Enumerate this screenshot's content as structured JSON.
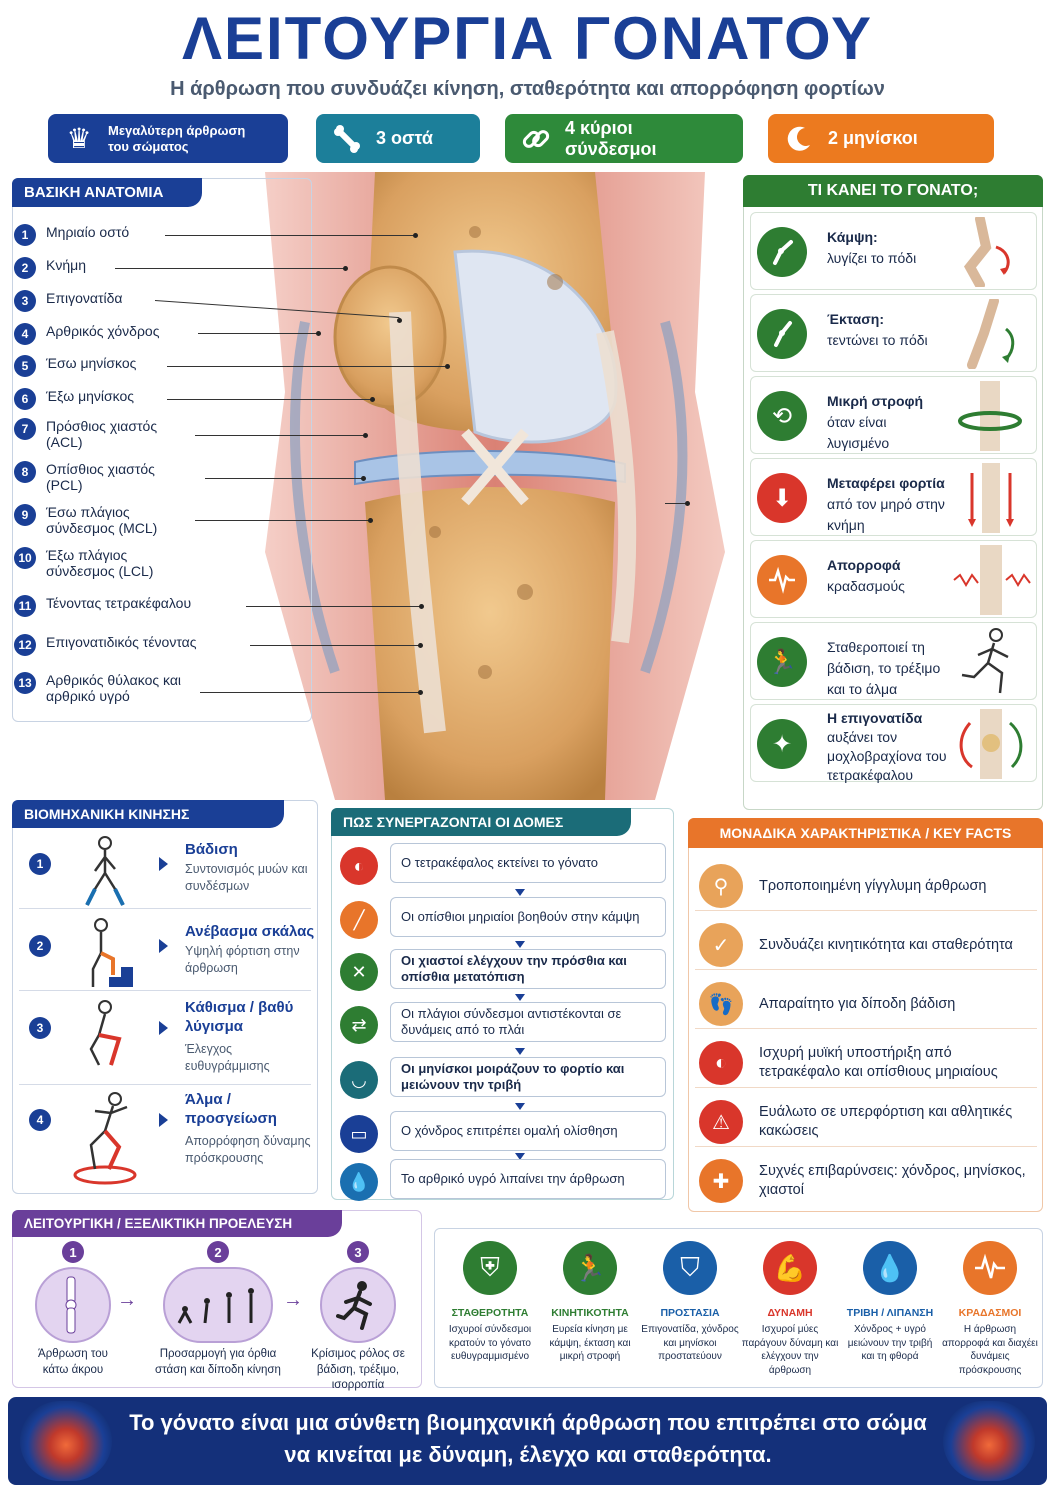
{
  "header": {
    "title": "ΛΕΙΤΟΥΡΓΙΑ ΓΟΝΑΤΟΥ",
    "subtitle": "Η άρθρωση που συνδυάζει κίνηση, σταθερότητα και απορρόφηση φορτίων"
  },
  "pills": [
    {
      "label": "Μεγαλύτερη άρθρωση του σώματος",
      "icon": "crown-icon",
      "color": "#1a3f96"
    },
    {
      "label": "3 οστά",
      "icon": "bone-icon",
      "color": "#1c7f9a"
    },
    {
      "label": "4 κύριοι σύνδεσμοι",
      "icon": "link-icon",
      "color": "#2e8a3a"
    },
    {
      "label": "2 μηνίσκοι",
      "icon": "crescent-icon",
      "color": "#ec7a1f"
    }
  ],
  "anatomy": {
    "title": "ΒΑΣΙΚΗ ΑΝΑΤΟΜΙΑ",
    "items": [
      {
        "n": "1",
        "label": "Μηριαίο οστό"
      },
      {
        "n": "2",
        "label": "Κνήμη"
      },
      {
        "n": "3",
        "label": "Επιγονατίδα"
      },
      {
        "n": "4",
        "label": "Αρθρικός χόνδρος"
      },
      {
        "n": "5",
        "label": "Έσω μηνίσκος"
      },
      {
        "n": "6",
        "label": "Έξω μηνίσκος"
      },
      {
        "n": "7",
        "label": "Πρόσθιος χιαστός (ACL)"
      },
      {
        "n": "8",
        "label": "Οπίσθιος χιαστός (PCL)"
      },
      {
        "n": "9",
        "label": "Έσω πλάγιος σύνδεσμος (MCL)"
      },
      {
        "n": "10",
        "label": "Έξω πλάγιος σύνδεσμος (LCL)"
      },
      {
        "n": "11",
        "label": "Τένοντας τετρακέφαλου"
      },
      {
        "n": "12",
        "label": "Επιγονατιδικός τένοντας"
      },
      {
        "n": "13",
        "label": "Αρθρικός θύλακος και αρθρικό υγρό"
      }
    ]
  },
  "functions": {
    "title": "ΤΙ ΚΑΝΕΙ ΤΟ ΓΟΝΑΤΟ;",
    "items": [
      {
        "title": "Κάμψη:",
        "desc": "λυγίζει το πόδι",
        "icon": "flexion-icon",
        "color": "#2e7d32"
      },
      {
        "title": "Έκταση:",
        "desc": "τεντώνει το πόδι",
        "icon": "extension-icon",
        "color": "#2e7d32"
      },
      {
        "title": "Μικρή στροφή",
        "desc": "όταν είναι λυγισμένο",
        "icon": "rotation-icon",
        "color": "#2e7d32"
      },
      {
        "title": "Μεταφέρει φορτία",
        "desc": "από τον μηρό στην κνήμη",
        "icon": "load-icon",
        "color": "#d9362b"
      },
      {
        "title": "Απορροφά",
        "desc": "κραδασμούς",
        "icon": "pulse-icon",
        "color": "#e8752a"
      },
      {
        "title": "Σταθεροποιεί τη",
        "desc": "βάδιση, το τρέξιμο και το άλμα",
        "icon": "runner-icon",
        "color": "#2e7d32"
      },
      {
        "title": "Η επιγονατίδα",
        "desc": "αυξάνει τον μοχλοβραχίονα του τετρακέφαλου",
        "icon": "patella-icon",
        "color": "#2e7d32"
      }
    ]
  },
  "biomechanics": {
    "title": "ΒΙΟΜΗΧΑΝΙΚΗ ΚΙΝΗΣΗΣ",
    "items": [
      {
        "n": "1",
        "title": "Βάδιση",
        "desc": "Συντονισμός μυών και συνδέσμων"
      },
      {
        "n": "2",
        "title": "Ανέβασμα σκάλας",
        "desc": "Υψηλή φόρτιση στην άρθρωση"
      },
      {
        "n": "3",
        "title": "Κάθισμα / βαθύ λύγισμα",
        "desc": "Έλεγχος ευθυγράμμισης"
      },
      {
        "n": "4",
        "title": "Άλμα / προσγείωση",
        "desc": "Απορρόφηση δύναμης πρόσκρουσης"
      }
    ]
  },
  "cooperation": {
    "title": "ΠΩΣ ΣΥΝΕΡΓΑΖΟΝΤΑΙ ΟΙ ΔΟΜΕΣ",
    "items": [
      {
        "text": "Ο τετρακέφαλος εκτείνει το γόνατο",
        "icon": "muscle-icon",
        "color": "#d9362b"
      },
      {
        "text": "Οι οπίσθιοι μηριαίοι βοηθούν στην κάμψη",
        "icon": "hamstring-icon",
        "color": "#e8752a"
      },
      {
        "text": "Οι χιαστοί ελέγχουν την πρόσθια και οπίσθια μετατόπιση",
        "icon": "cruciate-icon",
        "color": "#2e7d32"
      },
      {
        "text": "Οι πλάγιοι σύνδεσμοι αντιστέκονται σε δυνάμεις από το πλάι",
        "icon": "collateral-icon",
        "color": "#2e7d32"
      },
      {
        "text": "Οι μηνίσκοι μοιράζουν το φορτίο και μειώνουν την τριβή",
        "icon": "meniscus-icon",
        "color": "#1b6c78"
      },
      {
        "text": "Ο χόνδρος επιτρέπει ομαλή ολίσθηση",
        "icon": "cartilage-icon",
        "color": "#1a3f96"
      },
      {
        "text": "Το αρθρικό υγρό λιπαίνει την άρθρωση",
        "icon": "droplet-icon",
        "color": "#1a6fb0"
      }
    ]
  },
  "facts": {
    "title": "ΜΟΝΑΔΙΚΑ ΧΑΡΑΚΤΗΡΙΣΤΙΚΑ / KEY FACTS",
    "items": [
      {
        "text": "Τροποποιημένη γίγγλυμη άρθρωση",
        "icon": "joint-icon"
      },
      {
        "text": "Συνδυάζει κινητικότητα και σταθερότητα",
        "icon": "shield-check-icon"
      },
      {
        "text": "Απαραίτητο για δίποδη βάδιση",
        "icon": "footprints-icon"
      },
      {
        "text": "Ισχυρή μυϊκή υποστήριξη από τετρακέφαλο και οπίσθιους μηριαίους",
        "icon": "muscle-icon"
      },
      {
        "text": "Ευάλωτο σε υπερφόρτιση και αθλητικές κακώσεις",
        "icon": "warning-icon"
      },
      {
        "text": "Συχνές επιβαρύνσεις: χόνδρος, μηνίσκος, χιαστοί",
        "icon": "bandage-icon"
      }
    ],
    "accent": "#e8752a"
  },
  "evolution": {
    "title": "ΛΕΙΤΟΥΡΓΙΚΗ / ΕΞΕΛΙΚΤΙΚΗ ΠΡΟΕΛΕΥΣΗ",
    "items": [
      {
        "n": "1",
        "text": "Άρθρωση του κάτω άκρου",
        "icon": "leg-bones-icon"
      },
      {
        "n": "2",
        "text": "Προσαρμογή για όρθια στάση και δίποδη κίνηση",
        "icon": "evolution-icon"
      },
      {
        "n": "3",
        "text": "Κρίσιμος ρόλος σε βάδιση, τρέξιμο, ισορροπία",
        "icon": "runner-icon"
      }
    ]
  },
  "roles": [
    {
      "title": "ΣΤΑΘΕΡΟΤΗΤΑ",
      "desc": "Ισχυροί σύνδεσμοι κρατούν το γόνατο ευθυγραμμισμένο",
      "icon": "shield-icon",
      "color": "#2e7d32"
    },
    {
      "title": "ΚΙΝΗΤΙΚΟΤΗΤΑ",
      "desc": "Ευρεία κίνηση με κάμψη, έκταση και μικρή στροφή",
      "icon": "runner-icon",
      "color": "#2e7d32"
    },
    {
      "title": "ΠΡΟΣΤΑΣΙΑ",
      "desc": "Επιγονατίδα, χόνδρος και μηνίσκοι προστατεύουν",
      "icon": "shield-person-icon",
      "color": "#1a5fa8"
    },
    {
      "title": "ΔΥΝΑΜΗ",
      "desc": "Ισχυροί μύες παράγουν δύναμη και ελέγχουν την άρθρωση",
      "icon": "bicep-icon",
      "color": "#d9362b"
    },
    {
      "title": "ΤΡΙΒΗ / ΛΙΠΑΝΣΗ",
      "desc": "Χόνδρος + υγρό μειώνουν την τριβή και τη φθορά",
      "icon": "droplet-icon",
      "color": "#1a5fa8"
    },
    {
      "title": "ΚΡΑΔΑΣΜΟΙ",
      "desc": "Η άρθρωση απορροφά και διαχέει δυνάμεις πρόσκρουσης",
      "icon": "pulse-icon",
      "color": "#e8752a"
    }
  ],
  "footer": {
    "text": "Το γόνατο είναι μια σύνθετη βιομηχανική άρθρωση που επιτρέπει στο σώμα να κινείται με δύναμη, έλεγχο και σταθερότητα."
  }
}
